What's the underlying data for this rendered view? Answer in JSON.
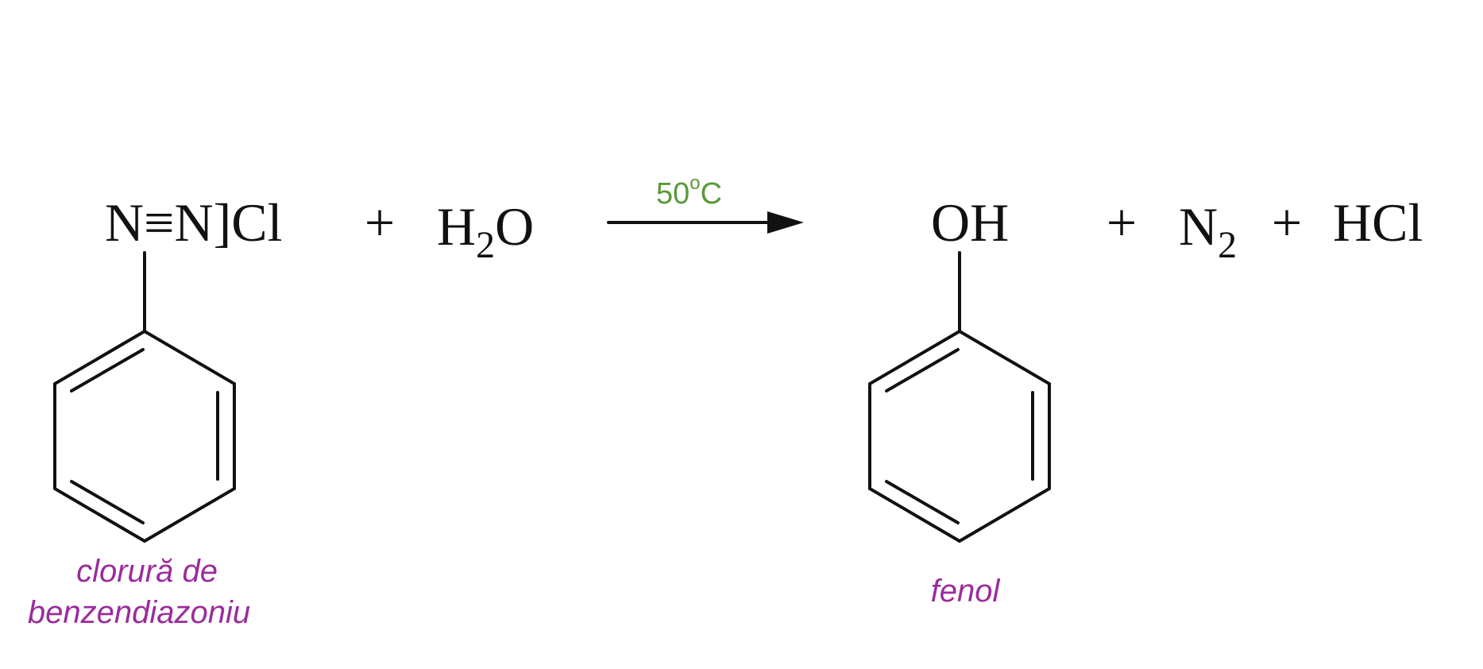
{
  "reaction": {
    "reactant1": {
      "formula_main": "N≡N]Cl",
      "name_line1": "clorură de",
      "name_line2": "benzendiazoniu"
    },
    "plus_1": "+",
    "reactant2": {
      "h": "H",
      "sub": "2",
      "o": "O"
    },
    "condition": {
      "value": "50",
      "degree": "o",
      "unit": "C"
    },
    "product1": {
      "group": "OH",
      "name": "fenol"
    },
    "plus_2": "+",
    "product2": {
      "n": "N",
      "sub": "2"
    },
    "plus_3": "+",
    "product3": "HCl"
  },
  "colors": {
    "structure": "#111111",
    "condition": "#5a9a3a",
    "name_label": "#9b2c9b"
  }
}
